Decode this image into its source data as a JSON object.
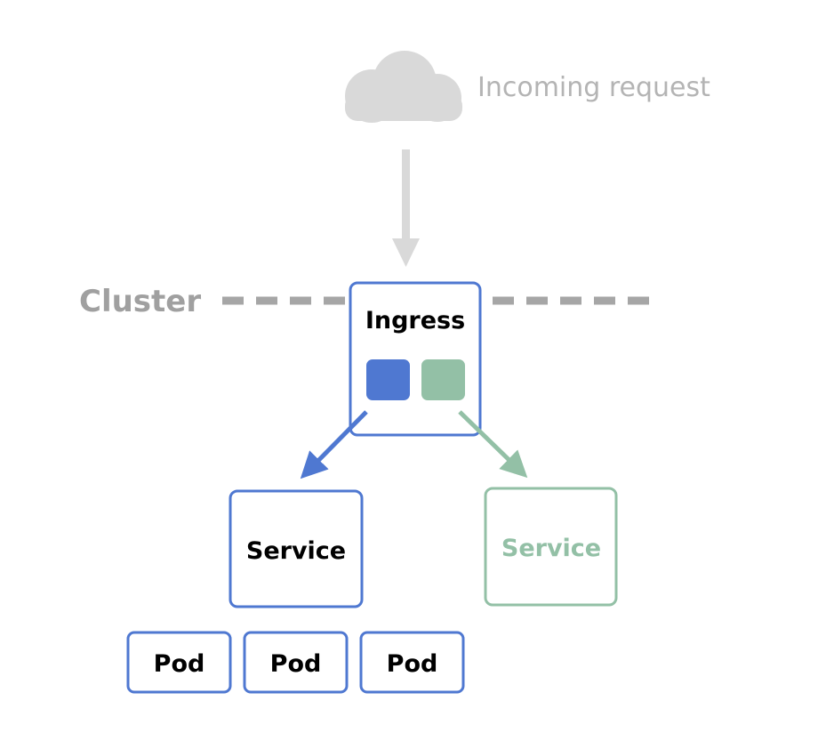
{
  "incoming_request": {
    "label": "Incoming request",
    "icon": "cloud-icon"
  },
  "cluster": {
    "label": "Cluster"
  },
  "ingress": {
    "label": "Ingress",
    "rules": [
      {
        "color": "#4f78d1",
        "target": "service-blue"
      },
      {
        "color": "#93c0a6",
        "target": "service-green"
      }
    ]
  },
  "services": [
    {
      "label": "Service",
      "color": "#4f78d1"
    },
    {
      "label": "Service",
      "color": "#93c0a6"
    }
  ],
  "pods": [
    {
      "label": "Pod"
    },
    {
      "label": "Pod"
    },
    {
      "label": "Pod"
    }
  ],
  "colors": {
    "blue": "#4f78d1",
    "green": "#93c0a6",
    "gray_light": "#d9d9d9",
    "gray_text": "#b4b4b4",
    "gray_cluster": "#a0a0a0"
  }
}
